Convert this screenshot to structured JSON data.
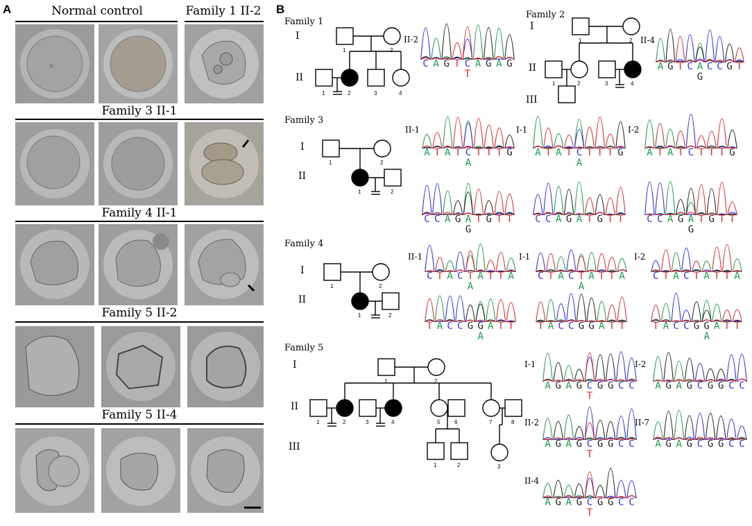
{
  "panels": {
    "a": "A",
    "b": "B"
  },
  "panelA": {
    "groups": [
      {
        "title": "Normal control"
      },
      {
        "title": "Family 1 II-2"
      },
      {
        "title": "Family 3 II-1"
      },
      {
        "title": "Family 4 II-1"
      },
      {
        "title": "Family 5 II-2"
      },
      {
        "title": "Family 5 II-4"
      }
    ]
  },
  "panelB": {
    "families": {
      "f1": {
        "label": "Family 1",
        "gens": [
          "I",
          "II"
        ],
        "traceLabel": "II-2",
        "seq": "CAGTCAGAG",
        "mut": "T"
      },
      "f2": {
        "label": "Family 2",
        "gens": [
          "I",
          "II",
          "III"
        ],
        "traceLabel": "II-4",
        "seq": "AGTCACCGT",
        "mut": "G"
      },
      "f3": {
        "label": "Family 3",
        "gens": [
          "I",
          "II"
        ],
        "traces": [
          {
            "label": "II-1",
            "seq": "ATATCTTTG",
            "mut": "A"
          },
          {
            "label": "I-1",
            "seq": "ATATCTTTG",
            "mut": "A"
          },
          {
            "label": "I-2",
            "seq": "ATATCTTTG",
            "mut": ""
          },
          {
            "label": "",
            "seq": "CCAGATGTT",
            "mut": "G"
          },
          {
            "label": "",
            "seq": "CCAGATGTT",
            "mut": ""
          },
          {
            "label": "",
            "seq": "CCAGATGTT",
            "mut": "G"
          }
        ]
      },
      "f4": {
        "label": "Family 4",
        "gens": [
          "I",
          "II"
        ],
        "traces": [
          {
            "label": "II-1",
            "seq": "CTACTATTA",
            "mut": "A"
          },
          {
            "label": "I-1",
            "seq": "CTACTATTA",
            "mut": "A"
          },
          {
            "label": "I-2",
            "seq": "CTACTATTA",
            "mut": ""
          },
          {
            "label": "",
            "seq": "TACCGGATT",
            "mut": "A"
          },
          {
            "label": "",
            "seq": "TACCGGATT",
            "mut": ""
          },
          {
            "label": "",
            "seq": "TACCGGATT",
            "mut": "A"
          }
        ]
      },
      "f5": {
        "label": "Family 5",
        "gens": [
          "I",
          "II",
          "III"
        ],
        "traces": [
          {
            "label": "I-1",
            "seq": "AGAGCGGCC",
            "mut": "T"
          },
          {
            "label": "I-2",
            "seq": "AGAGCGGCC",
            "mut": ""
          },
          {
            "label": "II-2",
            "seq": "AGAGCGGCC",
            "mut": "T"
          },
          {
            "label": "II-7",
            "seq": "AGAGCGGCC",
            "mut": ""
          },
          {
            "label": "II-4",
            "seq": "AGAGCGGCC",
            "mut": "T"
          }
        ]
      }
    },
    "pedigreeNumbers": {
      "f1": [
        "1",
        "2",
        "1",
        "2",
        "3",
        "4"
      ],
      "f2": [
        "1",
        "2",
        "1",
        "2",
        "3",
        "4"
      ],
      "f3": [
        "1",
        "2",
        "1",
        "2"
      ],
      "f4": [
        "1",
        "2",
        "1",
        "2"
      ],
      "f5": [
        "1",
        "2",
        "1",
        "2",
        "3",
        "4",
        "5",
        "6",
        "7",
        "8",
        "1",
        "2",
        "3"
      ]
    }
  },
  "baseColors": {
    "A": "#1a9a4a",
    "C": "#2a2aff",
    "G": "#222222",
    "T": "#e8242a"
  }
}
